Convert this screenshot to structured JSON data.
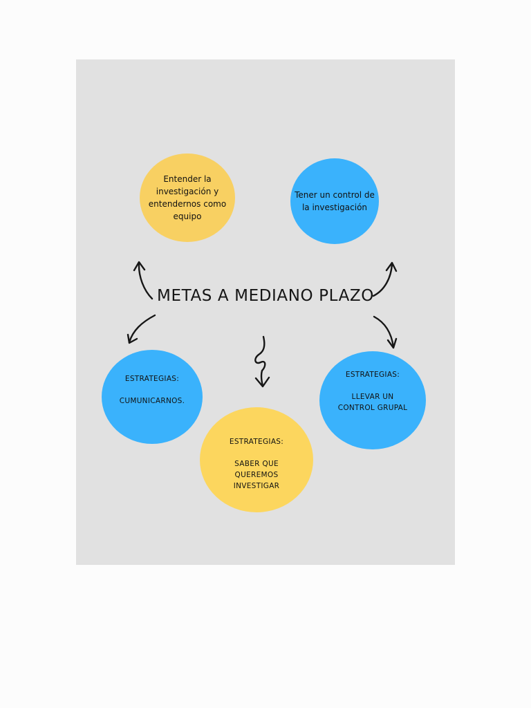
{
  "diagram": {
    "title": "METAS A MEDIANO PLAZO",
    "goals": [
      {
        "text": "Entender la\ninvestigación y\nentendernos como\nequipo",
        "color": "#f8d062"
      },
      {
        "text": "Tener un control de\nla investigación",
        "color": "#3ab2fc"
      }
    ],
    "strategies": [
      {
        "heading": "ESTRATEGIAS:",
        "body": "\nCUMUNICARNOS.",
        "color": "#3ab2fc"
      },
      {
        "heading": "ESTRATEGIAS:",
        "body": "\nSABER QUE\nQUEREMOS\nINVESTIGAR",
        "color": "#fcd65e"
      },
      {
        "heading": "ESTRATEGIAS:",
        "body": "\nLLEVAR UN\nCONTROL GRUPAL",
        "color": "#3ab2fc"
      }
    ],
    "colors": {
      "board": "#e1e1e1",
      "page": "#fcfcfc",
      "ink": "#161616"
    }
  }
}
